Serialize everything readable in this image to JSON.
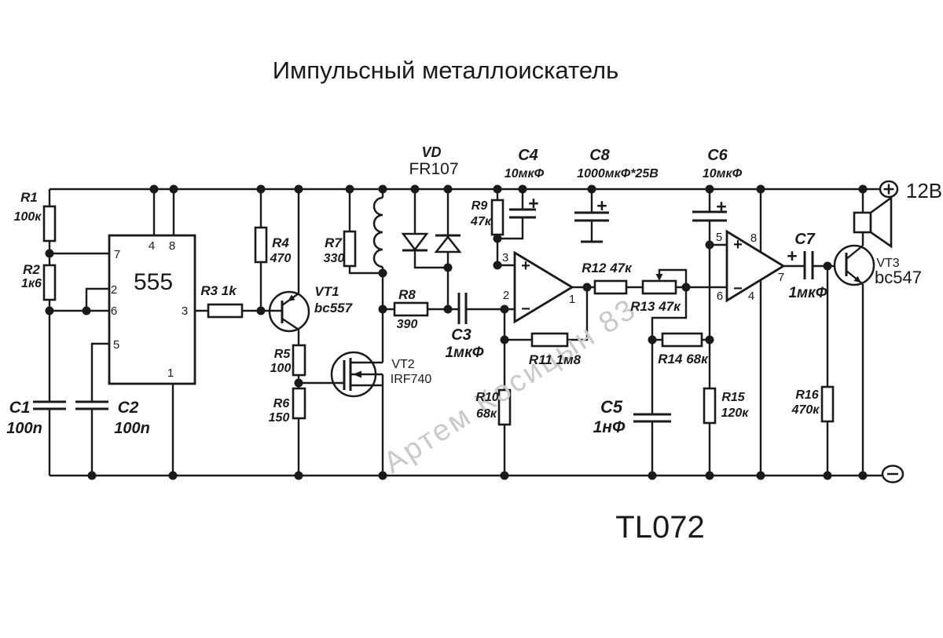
{
  "title": "Импульсный металлоискатель",
  "watermark": "Артем Косицын 83",
  "symbols": {
    "plus": "+",
    "minus": "−"
  },
  "power": {
    "positive_voltage": "12В"
  },
  "chip_labels": {
    "timer": "555",
    "opamp": "TL072"
  },
  "timer_pins": {
    "p1": "1",
    "p2": "2",
    "p3": "3",
    "p4": "4",
    "p5": "5",
    "p6": "6",
    "p7": "7",
    "p8": "8"
  },
  "opamp1_pins": {
    "p1": "1",
    "p2": "2",
    "p3": "3"
  },
  "opamp2_pins": {
    "p4": "4",
    "p5": "5",
    "p6": "6",
    "p7": "7",
    "p8": "8"
  },
  "components": {
    "r1": {
      "ref": "R1",
      "value": "100к"
    },
    "r2": {
      "ref": "R2",
      "value": "1к6"
    },
    "r3": {
      "label": "R3 1k"
    },
    "r4": {
      "ref": "R4",
      "value": "470"
    },
    "r5": {
      "ref": "R5",
      "value": "100"
    },
    "r6": {
      "ref": "R6",
      "value": "150"
    },
    "r7": {
      "ref": "R7",
      "value": "330"
    },
    "r8": {
      "ref": "R8",
      "value": "390"
    },
    "r9": {
      "ref": "R9",
      "value": "47к"
    },
    "r10": {
      "ref": "R10",
      "value": "68к"
    },
    "r11": {
      "label": "R11  1м8"
    },
    "r12": {
      "label": "R12 47к"
    },
    "r13": {
      "label": "R13  47к"
    },
    "r14": {
      "label": "R14  68к"
    },
    "r15": {
      "ref": "R15",
      "value": "120к"
    },
    "r16": {
      "ref": "R16",
      "value": "470к"
    },
    "c1": {
      "ref": "C1",
      "value": "100n"
    },
    "c2": {
      "ref": "C2",
      "value": "100n"
    },
    "c3": {
      "ref": "C3",
      "value": "1мкФ"
    },
    "c4": {
      "ref": "C4",
      "value": "10мкФ"
    },
    "c5": {
      "ref": "C5",
      "value": "1нФ"
    },
    "c6": {
      "ref": "C6",
      "value": "10мкФ"
    },
    "c7": {
      "ref": "C7",
      "value": "1мкФ"
    },
    "c8": {
      "ref": "C8",
      "value": "1000мкФ*25В"
    },
    "vd": {
      "ref": "VD",
      "value": "FR107"
    },
    "vt1": {
      "ref": "VT1",
      "value": "bc557"
    },
    "vt2": {
      "ref": "VT2",
      "value": "IRF740"
    },
    "vt3": {
      "ref": "VT3",
      "value": "bc547"
    }
  }
}
